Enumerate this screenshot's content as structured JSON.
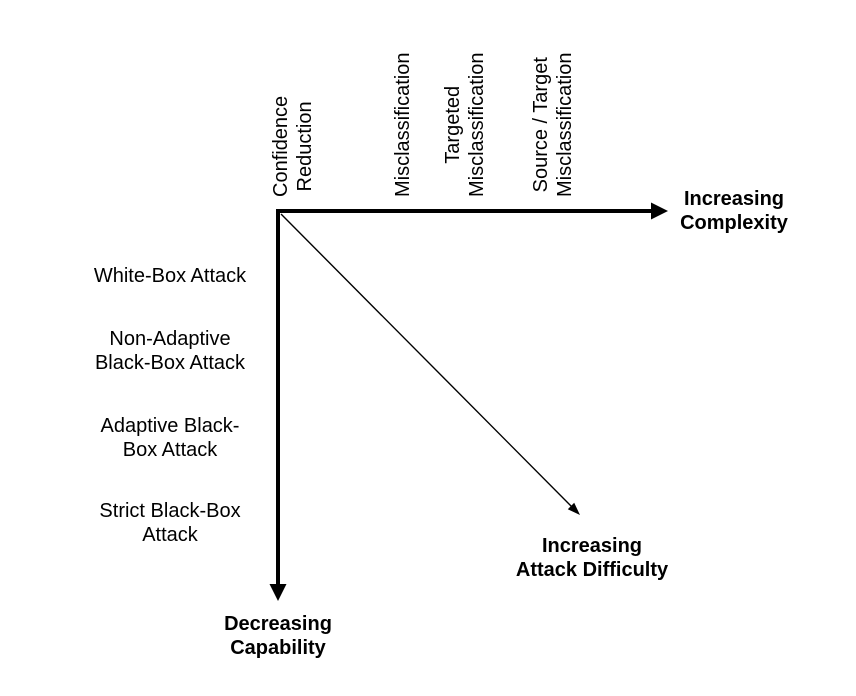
{
  "colors": {
    "background": "#ffffff",
    "ink": "#000000"
  },
  "x_axis": {
    "title": "Increasing\nComplexity",
    "categories": [
      "Confidence\nReduction",
      "Misclassification",
      "Targeted\nMisclassification",
      "Source / Target\nMisclassification"
    ]
  },
  "y_axis": {
    "title": "Decreasing\nCapability",
    "categories": [
      "White-Box Attack",
      "Non-Adaptive\nBlack-Box Attack",
      "Adaptive Black-\nBox Attack",
      "Strict Black-Box\nAttack"
    ]
  },
  "diagonal": {
    "title": "Increasing\nAttack Difficulty"
  }
}
